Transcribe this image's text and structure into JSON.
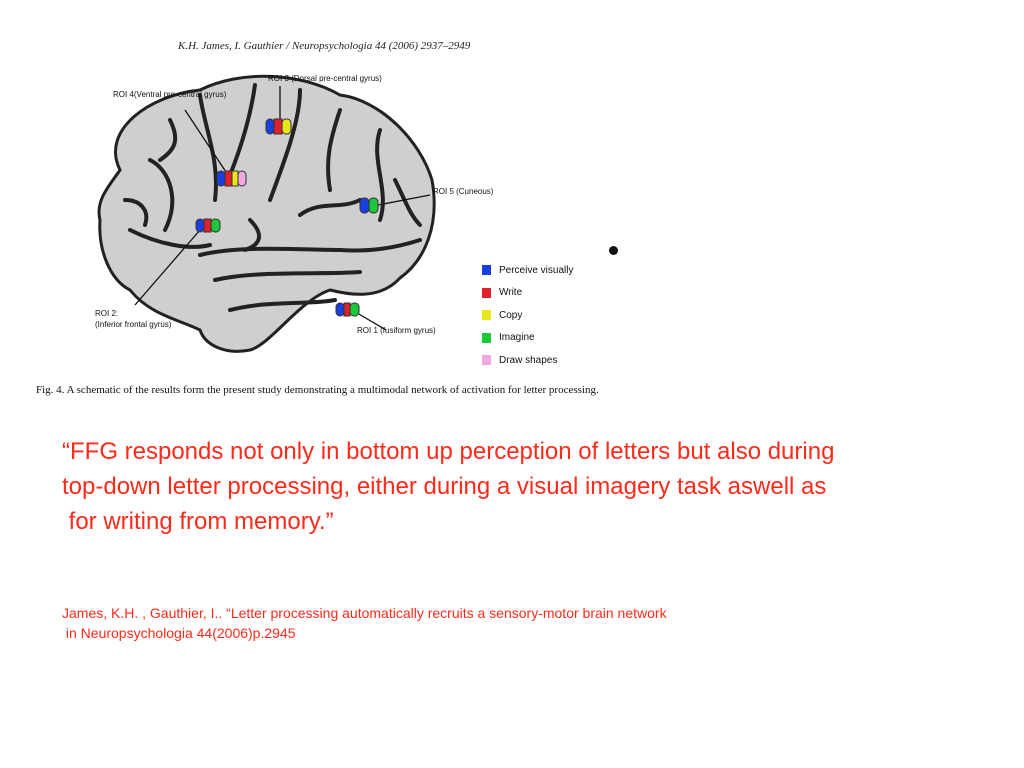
{
  "figure": {
    "header": "K.H. James, I. Gauthier / Neuropsychologia 44 (2006) 2937–2949",
    "roi_labels": {
      "roi3": "ROI 3 (Dorsal pre-central gyrus)",
      "roi4": "ROI 4(Ventral pre-central gyrus)",
      "roi5": "ROI 5 (Cuneous)",
      "roi2_line1": "ROI 2:",
      "roi2_line2": "(Inferior frontal gyrus)",
      "roi1": "ROI 1 (fusiform gyrus)"
    },
    "legend": [
      {
        "label": "Perceive visually",
        "color": "#1a3fe0"
      },
      {
        "label": "Write",
        "color": "#e0202a"
      },
      {
        "label": "Copy",
        "color": "#e6e61a"
      },
      {
        "label": "Imagine",
        "color": "#1ac83a"
      },
      {
        "label": "Draw shapes",
        "color": "#f0a8e0"
      }
    ],
    "caption": "Fig. 4.  A schematic of the results form the present study demonstrating a multimodal network of activation for letter processing."
  },
  "quote": {
    "line1": "“FFG responds not only in bottom up perception of letters but also during",
    "line2": "top-down letter processing, either during a visual imagery task aswell as",
    "line3": " for writing from memory.”"
  },
  "reference": {
    "line1": "James, K.H. , Gauthier, I.. “Letter processing automatically recruits a sensory-motor brain network",
    "line2": " in Neuropsychologia 44(2006)p.2945"
  },
  "colors": {
    "text_accent": "#ff2a1a",
    "brain_fill": "#cfcfcf",
    "sulci": "#222222"
  }
}
